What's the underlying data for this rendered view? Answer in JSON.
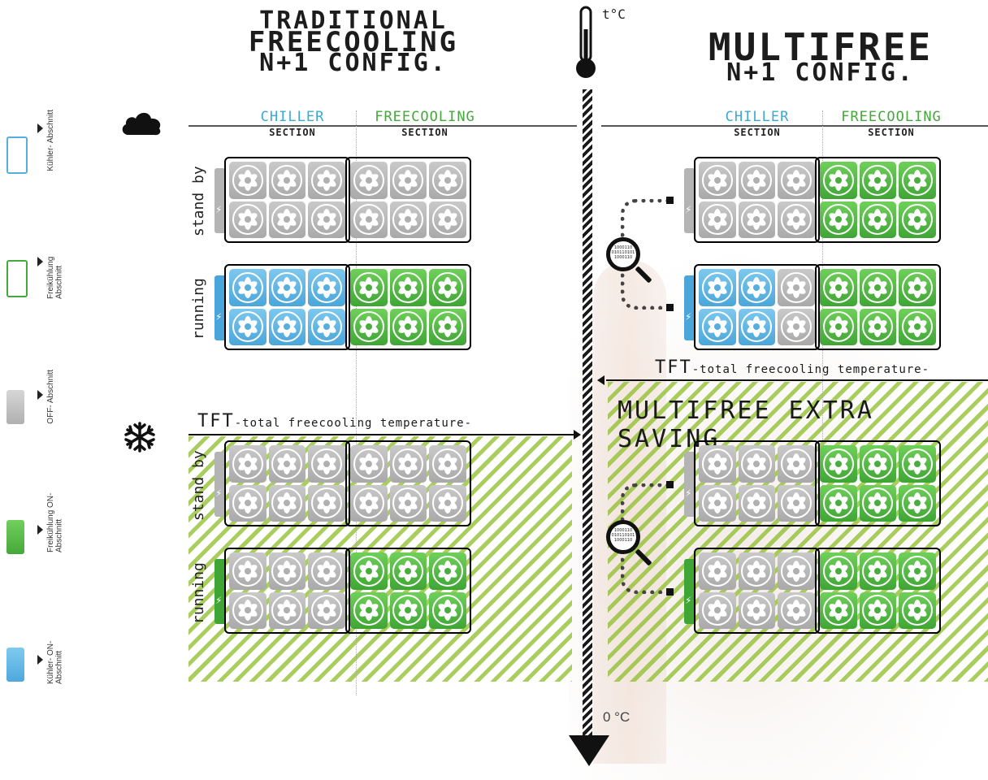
{
  "titles": {
    "traditional": [
      "TRADITIONAL",
      "FREECOOLING",
      "N+1 CONFIG."
    ],
    "multifree": [
      "MULTIFREE",
      "N+1 CONFIG."
    ]
  },
  "temperature": {
    "top": "t°C",
    "bottom": "0 °C"
  },
  "legend": [
    {
      "label": "Kühler-\nAbschnitt",
      "style": "outline",
      "color": "#56aede"
    },
    {
      "label": "Freikühlung\nAbschnitt",
      "style": "outline",
      "color": "#44a83a"
    },
    {
      "label": "OFF-\nAbschnitt",
      "style": "fill",
      "color": "#bdbdbd"
    },
    {
      "label": "Freikühlung\nON-Abschnitt",
      "style": "fill",
      "color": "#5cbf4a"
    },
    {
      "label": "Kühler-\nON-Abschnitt",
      "style": "fill",
      "color": "#62b8e6"
    }
  ],
  "sections": {
    "chiller": {
      "name": "CHILLER",
      "sub": "SECTION",
      "color": "#3aa9d8"
    },
    "freecooling": {
      "name": "FREECOOLING",
      "sub": "SECTION",
      "color": "#44a83a"
    }
  },
  "rows": {
    "standby": "stand by",
    "running": "running"
  },
  "tft": {
    "big": "TFT",
    "small": "-total freecooling temperature-"
  },
  "extra_saving": "MULTIFREE EXTRA SAVING",
  "weather_icons": {
    "warm": "cloud-icon",
    "cold": "snowflake-icon"
  },
  "magnifier_text": "1000110\n010110101\n1000110"
}
